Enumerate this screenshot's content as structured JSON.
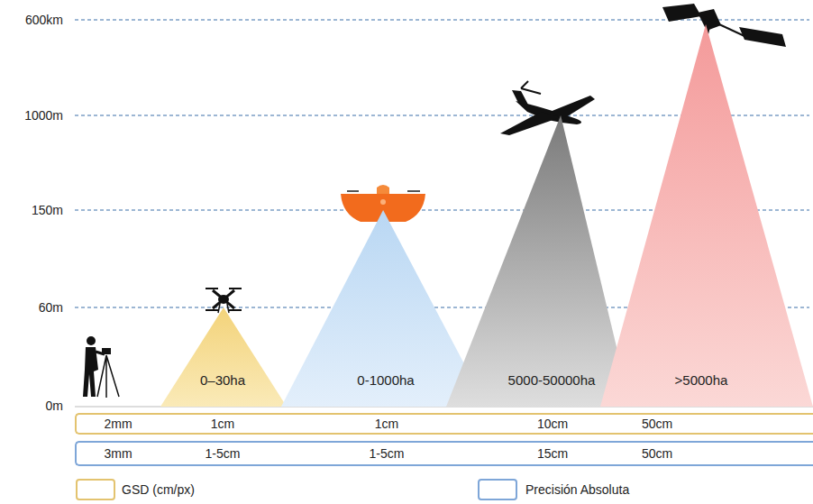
{
  "diagram": {
    "nodes": [
      {
        "text": [
          "0–30ha"
        ]
      },
      {
        "text": [
          "0-1000ha"
        ]
      },
      {
        "text": [
          "5000-50000ha"
        ]
      },
      {
        "text": [
          ">5000ha"
        ]
      },
      {
        "text": [
          "2mm",
          "1cm",
          "1cm",
          "10cm",
          "50cm"
        ]
      },
      {
        "text": [
          "3mm",
          "1-5cm",
          "1-5cm",
          "15cm",
          "50cm"
        ]
      }
    ],
    "edges": [],
    "labels": [
      "600km",
      "1000m",
      "150m",
      "60m",
      "0m"
    ],
    "legend": [
      {
        "text": "GSD (cm/px)",
        "color": "#e3c36f"
      },
      {
        "text": "Precisión Absoluta",
        "color": "#7ea6d8"
      }
    ]
  }
}
